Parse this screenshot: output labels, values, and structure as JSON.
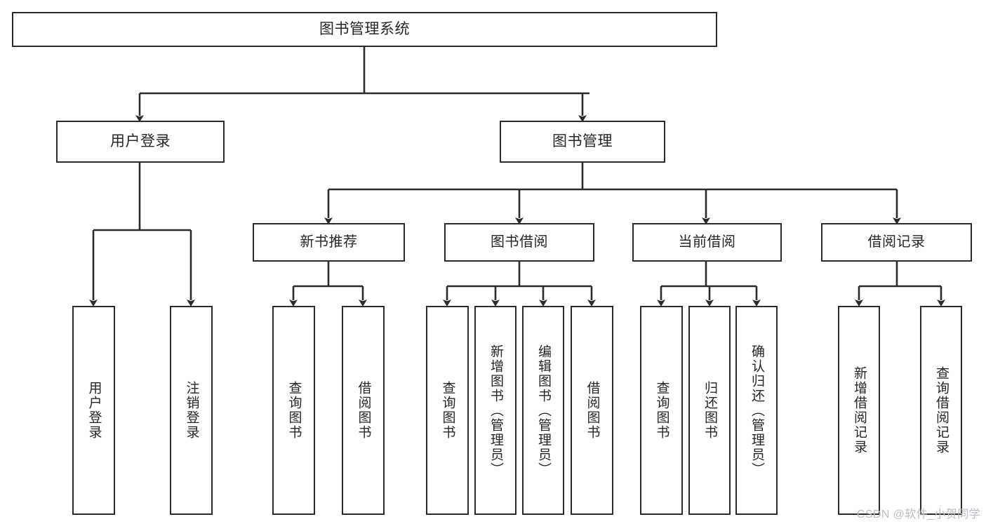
{
  "diagram": {
    "title": "图书管理系统",
    "type": "hierarchy-tree",
    "watermark": "CSDN @软件_小贺同学",
    "colors": {
      "box_border": "#2b2b2b",
      "box_fill": "#ffffff",
      "edge": "#2b2b2b",
      "text": "#262626",
      "watermark": "#b9bdc4",
      "background": "#ffffff"
    },
    "nodes": {
      "root": {
        "label": "图书管理系统"
      },
      "level2": [
        {
          "label": "用户登录"
        },
        {
          "label": "图书管理"
        }
      ],
      "level3": [
        {
          "label": "新书推荐"
        },
        {
          "label": "图书借阅"
        },
        {
          "label": "当前借阅"
        },
        {
          "label": "借阅记录"
        }
      ],
      "leaves": {
        "user_login": [
          {
            "label": "用户登录"
          },
          {
            "label": "注销登录"
          }
        ],
        "new_book_recommend": [
          {
            "label": "查询图书"
          },
          {
            "label": "借阅图书"
          }
        ],
        "book_borrow": [
          {
            "label": "查询图书"
          },
          {
            "label": "新增图书（管理员）"
          },
          {
            "label": "编辑图书（管理员）"
          },
          {
            "label": "借阅图书"
          }
        ],
        "current_borrow": [
          {
            "label": "查询图书"
          },
          {
            "label": "归还图书"
          },
          {
            "label": "确认归还（管理员）"
          }
        ],
        "borrow_record": [
          {
            "label": "新增借阅记录"
          },
          {
            "label": "查询借阅记录"
          }
        ]
      }
    }
  }
}
